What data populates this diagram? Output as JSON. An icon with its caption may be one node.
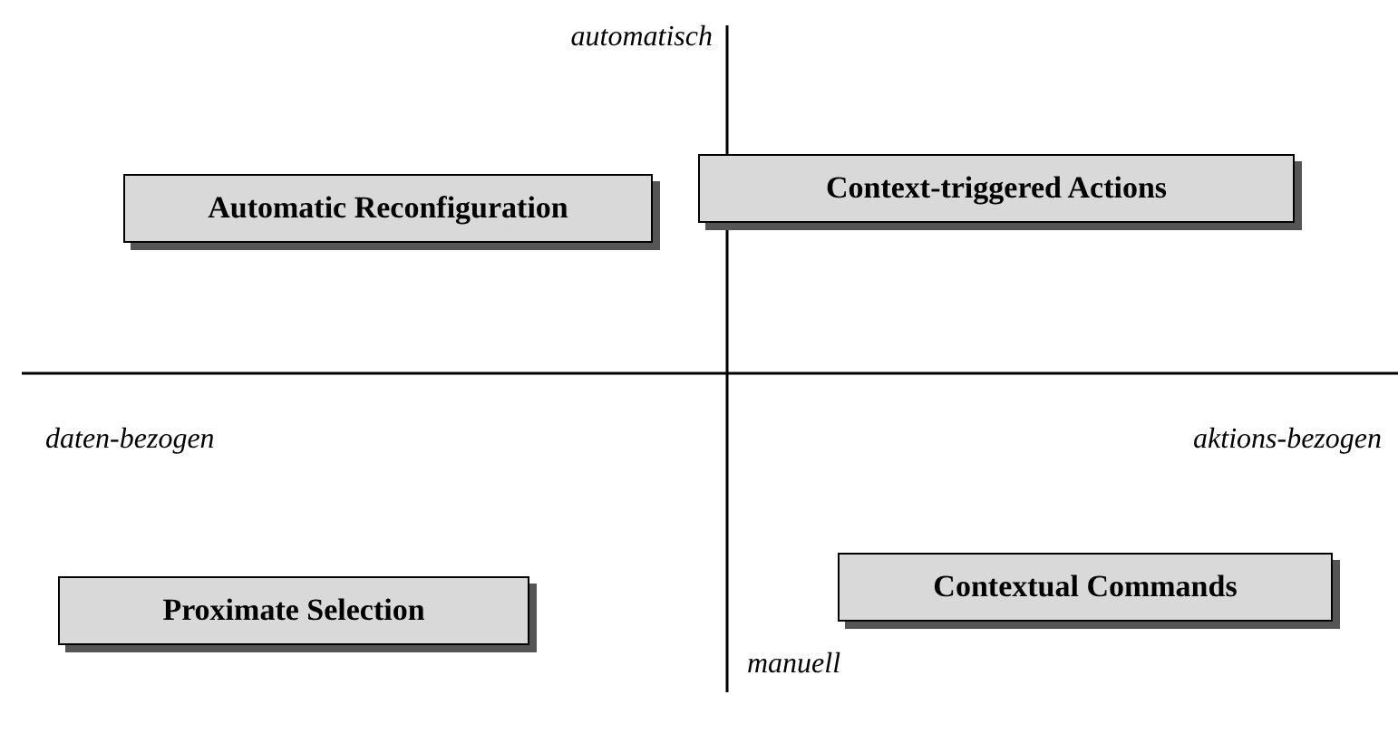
{
  "diagram": {
    "nodes": [
      {
        "text": [
          "Automatic Reconfiguration"
        ]
      },
      {
        "text": [
          "Context-triggered Actions"
        ]
      },
      {
        "text": [
          "Proximate Selection"
        ]
      },
      {
        "text": [
          "Contextual Commands"
        ]
      }
    ],
    "labels": [
      "automatisch",
      "daten-bezogen",
      "aktions-bezogen",
      "manuell"
    ]
  }
}
